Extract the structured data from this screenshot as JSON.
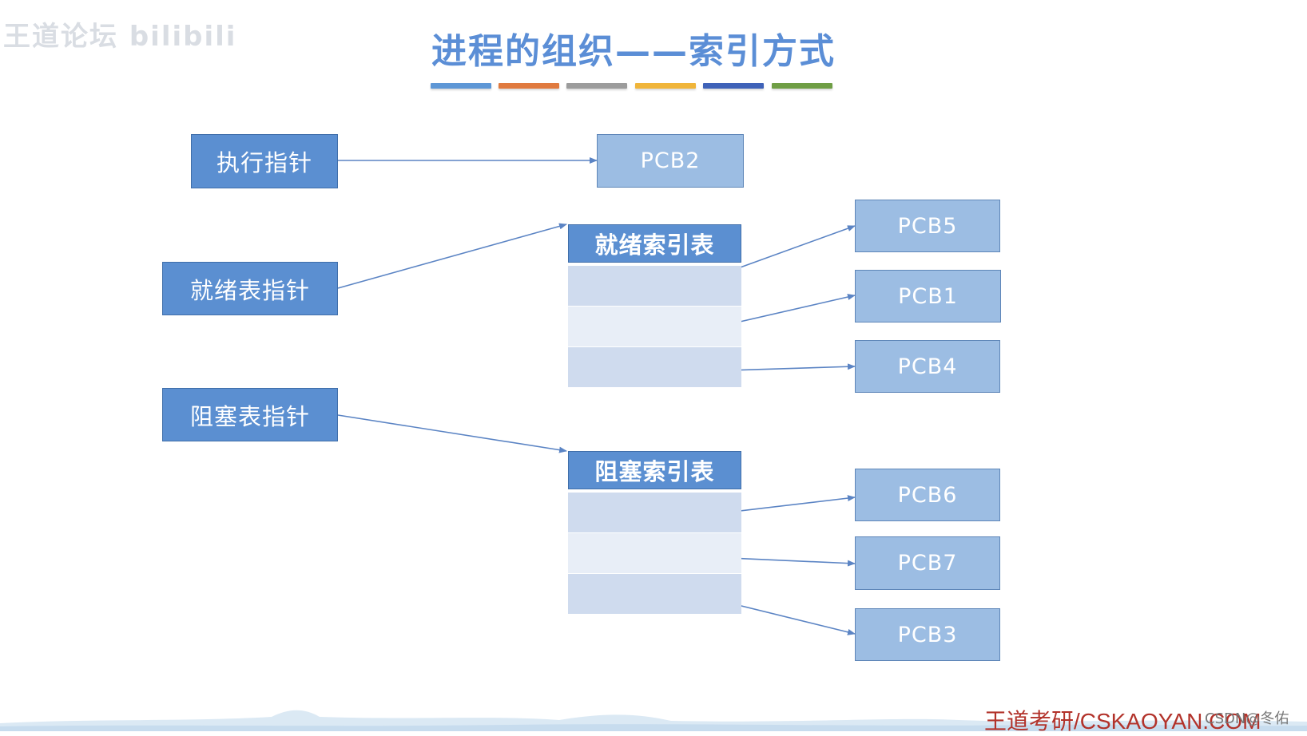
{
  "title": "进程的组织——索引方式",
  "color_bars": [
    "#5e97d6",
    "#e07a3f",
    "#9c9c9c",
    "#f0b53a",
    "#3f62b8",
    "#6f9e45"
  ],
  "watermark": "王道论坛 bilibili",
  "pointers": {
    "running": "执行指针",
    "ready": "就绪表指针",
    "blocked": "阻塞表指针"
  },
  "tables": {
    "ready_header": "就绪索引表",
    "blocked_header": "阻塞索引表"
  },
  "pcbs": {
    "running": "PCB2",
    "ready": [
      "PCB5",
      "PCB1",
      "PCB4"
    ],
    "blocked": [
      "PCB6",
      "PCB7",
      "PCB3"
    ]
  },
  "colors": {
    "pointer_box": "#5b8fd1",
    "pcb_box": "#9cbde3",
    "arrow": "#5b84c4"
  },
  "footer": {
    "brand": "王道考研/CSKAOYAN.COM",
    "credit": "CSDN@冬佑"
  }
}
